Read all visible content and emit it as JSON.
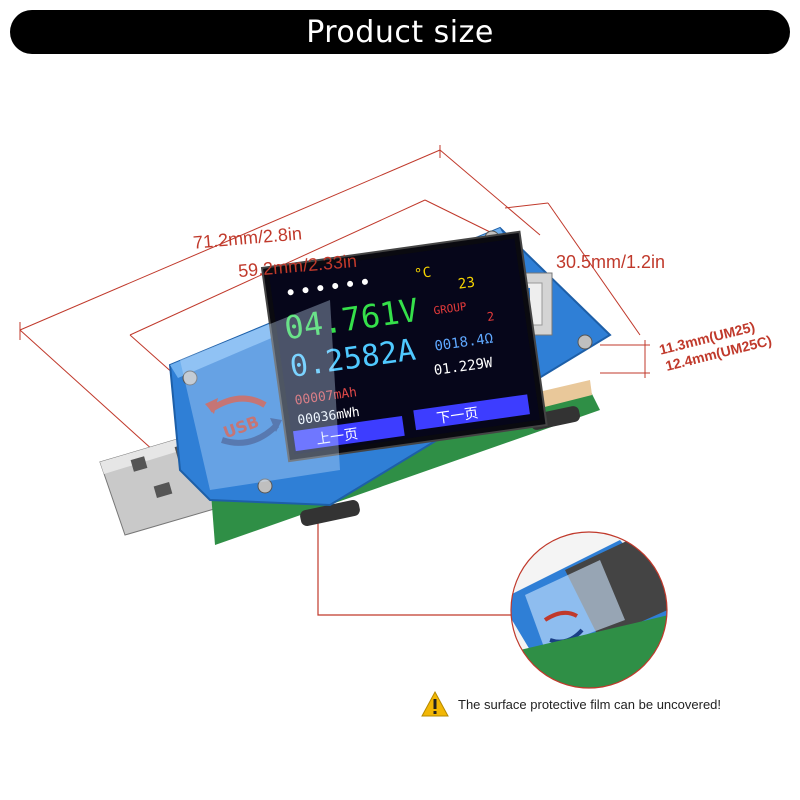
{
  "banner": {
    "title": "Product size"
  },
  "dimensions": {
    "total_length": "71.2mm/2.8in",
    "board_length": "59.2mm/2.33in",
    "width": "30.5mm/1.2in",
    "height_um25": "11.3mm(UM25)",
    "height_um25c": "12.4mm(UM25C)"
  },
  "screen": {
    "voltage": "04.761V",
    "current": "0.2582A",
    "capacity": "00007mAh",
    "energy": "00036mWh",
    "temperature": "23",
    "temp_unit": "°C",
    "group_label": "GROUP",
    "group_value": "2",
    "resistance": "0018.4Ω",
    "power": "01.229W",
    "prev_button": "上一页",
    "next_button": "下一页"
  },
  "logo": "USB",
  "warning": {
    "icon": "warning-triangle-icon",
    "text": "The surface protective film can be uncovered!"
  },
  "colors": {
    "dimension_lines": "#c0392b",
    "device_blue": "#2f7fd6",
    "pcb_green": "#2f8f46"
  }
}
